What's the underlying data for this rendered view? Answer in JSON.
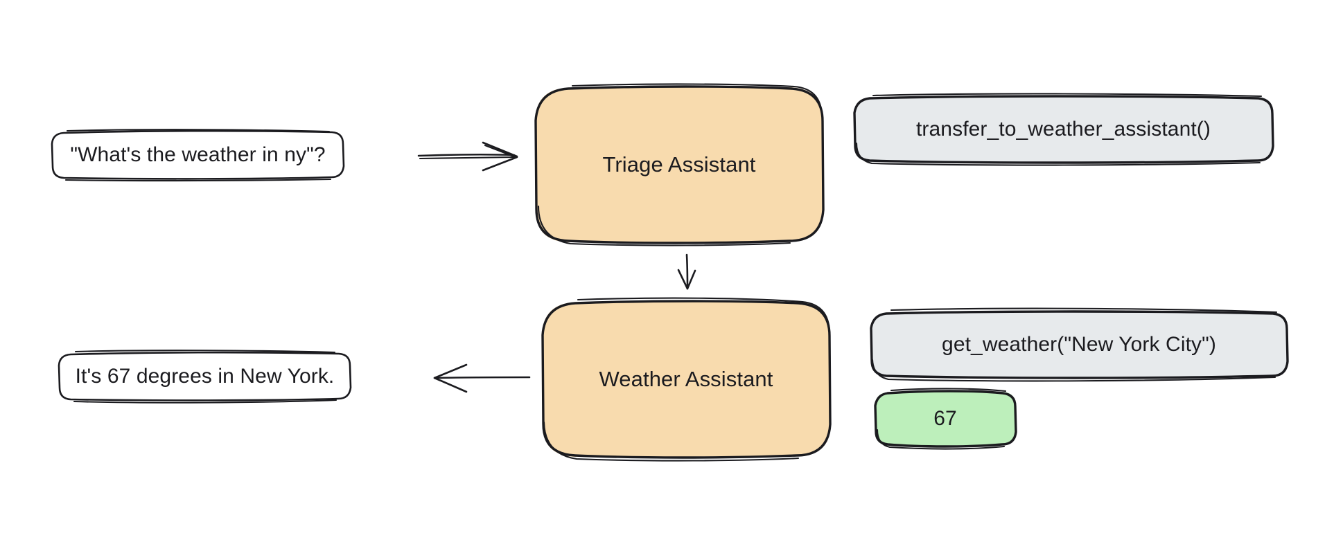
{
  "diagram": {
    "title": "Agent handoff and tool-call flow",
    "background_color": "#ffffff",
    "ink_color": "#1b1b1f",
    "palette": {
      "agent_fill": "#f8dbae",
      "tool_fill": "#e7eaec",
      "result_fill": "#bdefbb",
      "message_fill": "#ffffff"
    }
  },
  "messages": {
    "question": "\"What's the weather in ny\"?",
    "answer": "It's 67 degrees in New York."
  },
  "agents": [
    {
      "id": "triage",
      "label": "Triage Assistant"
    },
    {
      "id": "weather",
      "label": "Weather Assistant"
    }
  ],
  "tool_calls": [
    {
      "id": "transfer",
      "label": "transfer_to_weather_assistant()"
    },
    {
      "id": "get_weather",
      "label": "get_weather(\"New York City\")"
    }
  ],
  "results": [
    {
      "id": "temperature",
      "label": "67"
    }
  ],
  "edges": [
    {
      "id": "user-to-triage",
      "from": "question",
      "to": "triage",
      "style": "double-arrow"
    },
    {
      "id": "triage-to-weather",
      "from": "triage",
      "to": "weather",
      "style": "arrow-down"
    },
    {
      "id": "weather-to-user",
      "from": "weather",
      "to": "answer",
      "style": "arrow-left"
    }
  ]
}
